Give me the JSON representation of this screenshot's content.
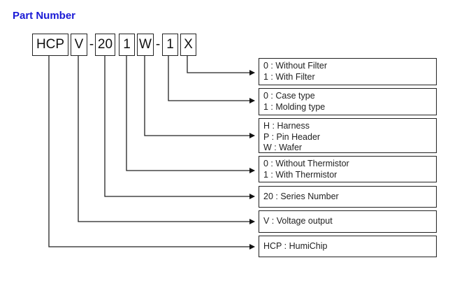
{
  "title": "Part Number",
  "segments": {
    "hcp": "HCP",
    "v": "V",
    "dash1": "-",
    "series": "20",
    "thermistor": "1",
    "connector": "W",
    "dash2": "-",
    "case": "1",
    "filter": "X"
  },
  "descriptions": {
    "filter": [
      "0 : Without Filter",
      "1 : With Filter"
    ],
    "case": [
      "0 : Case type",
      "1 : Molding type"
    ],
    "connector": [
      "H : Harness",
      "P : Pin Header",
      "W : Wafer"
    ],
    "thermistor": [
      "0 : Without Thermistor",
      "1 : With Thermistor"
    ],
    "series": [
      "20 : Series Number"
    ],
    "v": [
      "V : Voltage output"
    ],
    "hcp": [
      "HCP : HumiChip"
    ]
  }
}
